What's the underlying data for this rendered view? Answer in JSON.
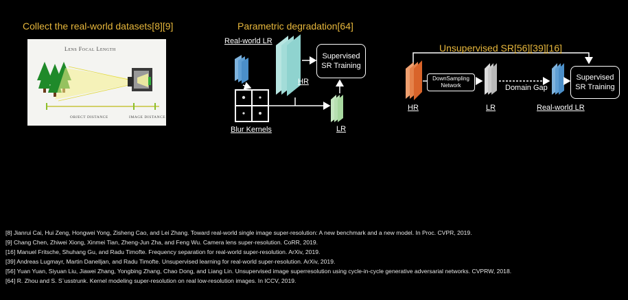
{
  "section1": {
    "title": "Collect the real-world datasets[8][9]",
    "photo_title": "Lens Focal Length",
    "object_distance": "Object Distance",
    "image_distance": "Image Distance"
  },
  "section2": {
    "title": "Parametric degradation[64]",
    "real_lr": "Real-world LR",
    "hr": "HR",
    "blur_kernels": "Blur Kernels",
    "lr": "LR",
    "supervised_line1": "Supervised",
    "supervised_line2": "SR Training"
  },
  "section3": {
    "title": "Unsupervised SR[56][39][16]",
    "downsampling_line1": "DownSampling",
    "downsampling_line2": "Network",
    "domain_gap": "Domain Gap",
    "hr": "HR",
    "lr": "LR",
    "real_lr": "Real-world LR",
    "supervised_line1": "Supervised",
    "supervised_line2": "SR Training"
  },
  "references": [
    "[8] Jianrui Cai, Hui Zeng, Hongwei Yong, Zisheng Cao, and Lei Zhang. Toward real-world single image super-resolution: A new benchmark and a new model. In Proc. CVPR, 2019.",
    "[9] Chang Chen, Zhiwei Xiong, Xinmei Tian, Zheng-Jun Zha, and Feng Wu. Camera lens super-resolution. CoRR, 2019.",
    "[16] Manuel Fritsche, Shuhang Gu, and Radu Timofte. Frequency separation for real-world super-resolution. ArXiv, 2019.",
    "[39] Andreas Lugmayr, Martin Danelljan, and Radu Timofte. Unsupervised learning for real-world super-resolution. ArXiv, 2019.",
    "[56] Yuan Yuan, Siyuan Liu, Jiawei Zhang, Yongbing Zhang, Chao Dong, and Liang Lin. Unsupervised image superresolution using cycle-in-cycle generative adversarial networks. CVPRW, 2018.",
    "[64] R. Zhou and S. S¨usstrunk. Kernel modeling super-resolution on real low-resolution images. In ICCV, 2019."
  ],
  "colors": {
    "title": "#e7b73c",
    "hr_stack": "#d9642a",
    "lr_blue": "#4b8fc9",
    "hr_teal": "#8fd3cf",
    "lr_green": "#a8d8a0",
    "lr_gray": "#b9b9b9"
  }
}
